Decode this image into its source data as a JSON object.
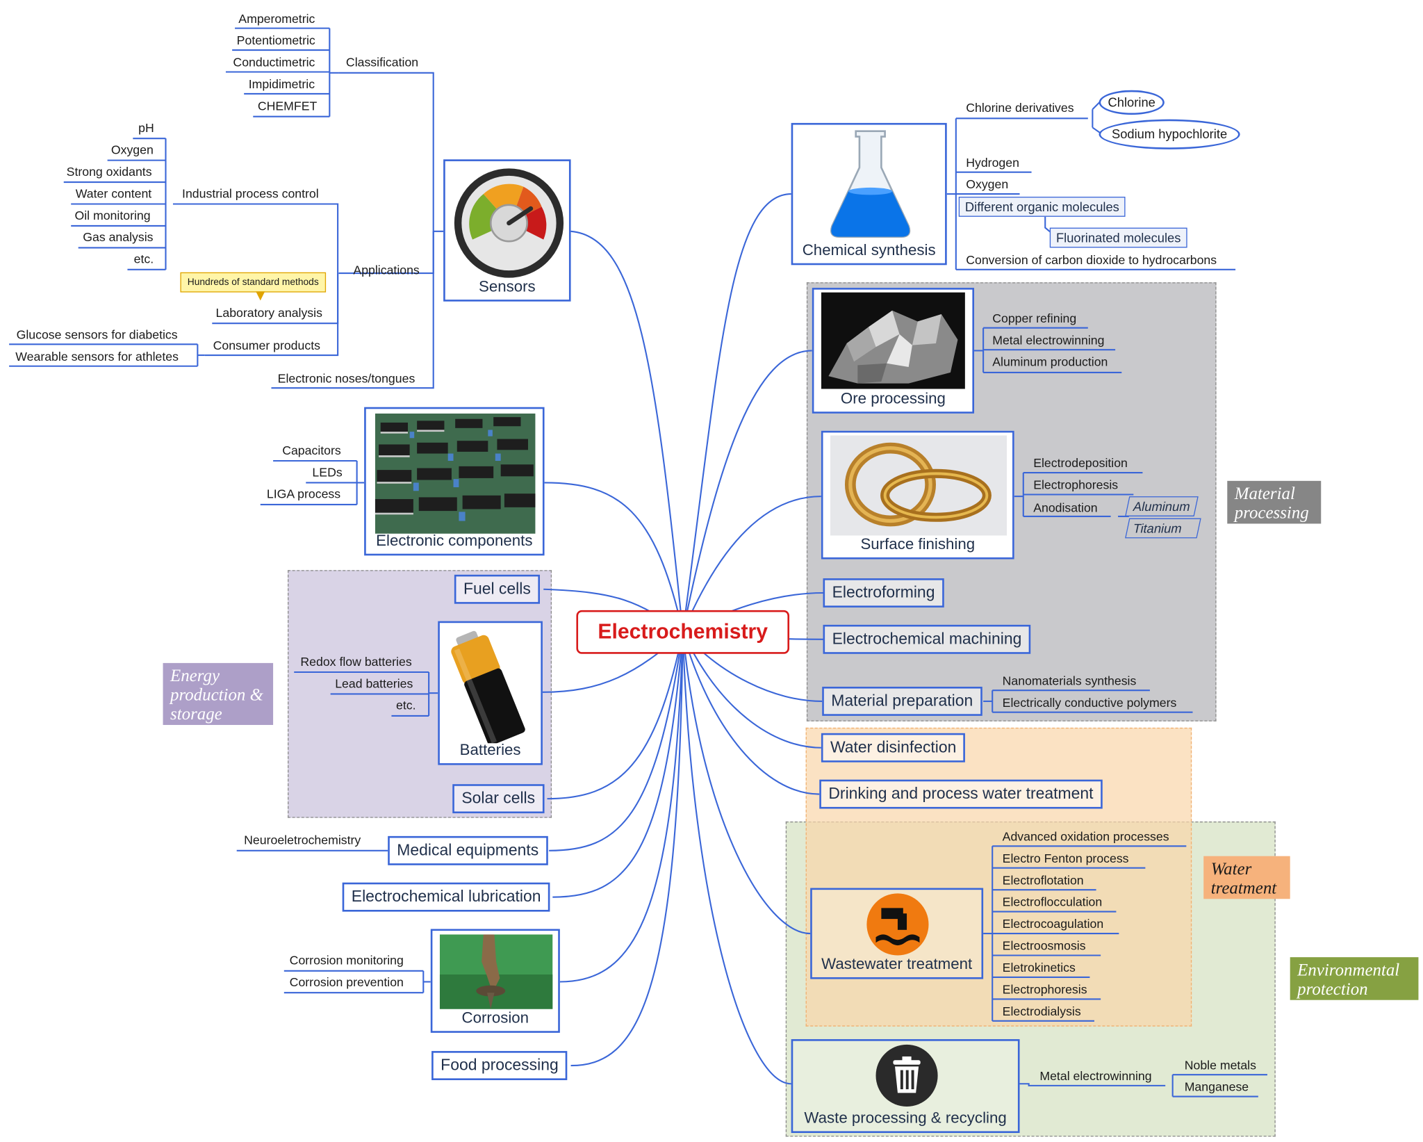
{
  "center": "Electrochemistry",
  "colors": {
    "line": "#3a66d8",
    "center": "#d81b1b"
  },
  "groups": {
    "energy": "Energy production & storage",
    "material": "Material processing",
    "water": "Water treatment",
    "environment": "Environmental protection"
  },
  "sensors": {
    "label": "Sensors",
    "icon": "gauge-icon",
    "classification": {
      "label": "Classification",
      "items": [
        "Amperometric",
        "Potentiometric",
        "Conductimetric",
        "Impidimetric",
        "CHEMFET"
      ]
    },
    "applications": {
      "label": "Applications"
    },
    "industrial": {
      "label": "Industrial process control",
      "items": [
        "pH",
        "Oxygen",
        "Strong oxidants",
        "Water content",
        "Oil monitoring",
        "Gas analysis",
        "etc."
      ]
    },
    "laboratory": {
      "label": "Laboratory analysis",
      "callout": "Hundreds of standard methods"
    },
    "consumer": {
      "label": "Consumer products",
      "items": [
        "Glucose sensors for diabetics",
        "Wearable sensors for athletes"
      ]
    },
    "noses": "Electronic noses/tongues"
  },
  "electronic": {
    "label": "Electronic components",
    "icon": "circuit-board-icon",
    "items": [
      "Capacitors",
      "LEDs",
      "LIGA process"
    ]
  },
  "energy": {
    "fuel": "Fuel cells",
    "batteries": {
      "label": "Batteries",
      "icon": "battery-icon",
      "items": [
        "Redox flow batteries",
        "Lead batteries",
        "etc."
      ]
    },
    "solar": "Solar cells"
  },
  "medical": {
    "label": "Medical equipments",
    "items": [
      "Neuroeletrochemistry"
    ]
  },
  "lubrication": "Electrochemical lubrication",
  "corrosion": {
    "label": "Corrosion",
    "icon": "corrosion-photo-icon",
    "items": [
      "Corrosion monitoring",
      "Corrosion prevention"
    ]
  },
  "food": "Food processing",
  "chemical": {
    "label": "Chemical synthesis",
    "icon": "flask-icon",
    "chlorine": {
      "label": "Chlorine derivatives",
      "items": [
        "Chlorine",
        "Sodium hypochlorite"
      ]
    },
    "items": [
      "Hydrogen",
      "Oxygen"
    ],
    "organic": {
      "label": "Different organic molecules",
      "child": "Fluorinated molecules"
    },
    "co2": "Conversion of carbon dioxide to hydrocarbons"
  },
  "ore": {
    "label": "Ore processing",
    "icon": "ore-photo-icon",
    "items": [
      "Copper refining",
      "Metal electrowinning",
      "Aluminum production"
    ]
  },
  "surface": {
    "label": "Surface finishing",
    "icon": "gold-rings-icon",
    "items": [
      "Electrodeposition",
      "Electrophoresis",
      "Anodisation"
    ],
    "anod": [
      "Aluminum",
      "Titanium"
    ]
  },
  "electroforming": "Electroforming",
  "machining": "Electrochemical machining",
  "matprep": {
    "label": "Material preparation",
    "items": [
      "Nanomaterials synthesis",
      "Electrically conductive polymers"
    ]
  },
  "disinfection": "Water disinfection",
  "drinking": "Drinking and process water treatment",
  "wastewater": {
    "label": "Wastewater treatment",
    "icon": "wastewater-icon",
    "items": [
      "Advanced oxidation processes",
      "Electro Fenton process",
      "Electroflotation",
      "Electroflocculation",
      "Electrocoagulation",
      "Electroosmosis",
      "Eletrokinetics",
      "Electrophoresis",
      "Electrodialysis"
    ]
  },
  "waste": {
    "label": "Waste processing & recycling",
    "icon": "trash-can-icon",
    "sub": "Metal electrowinning",
    "items": [
      "Noble metals",
      "Manganese"
    ]
  }
}
